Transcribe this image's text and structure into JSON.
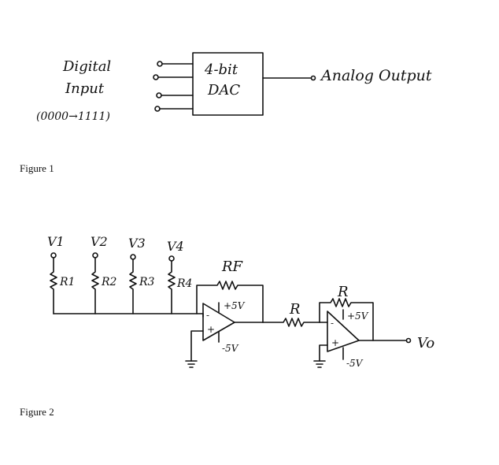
{
  "figure1": {
    "input_label_line1": "Digital",
    "input_label_line2": "Input",
    "input_range": "(0000→1111)",
    "block_line1": "4-bit",
    "block_line2": "DAC",
    "output_label": "Analog Output",
    "caption": "Figure 1"
  },
  "figure2": {
    "inputs": [
      {
        "voltage": "V1",
        "resistor": "R1"
      },
      {
        "voltage": "V2",
        "resistor": "R2"
      },
      {
        "voltage": "V3",
        "resistor": "R3"
      },
      {
        "voltage": "V4",
        "resistor": "R4"
      }
    ],
    "feedback_resistor": "RF",
    "series_resistor": "R",
    "inverter_feedback_resistor": "R",
    "opamp1": {
      "plus_supply": "+5V",
      "minus_supply": "-5V",
      "inv_sign": "-",
      "noninv_sign": "+"
    },
    "opamp2": {
      "plus_supply": "+5V",
      "minus_supply": "-5V",
      "inv_sign": "-",
      "noninv_sign": "+"
    },
    "output_label": "Vo",
    "caption": "Figure 2"
  }
}
